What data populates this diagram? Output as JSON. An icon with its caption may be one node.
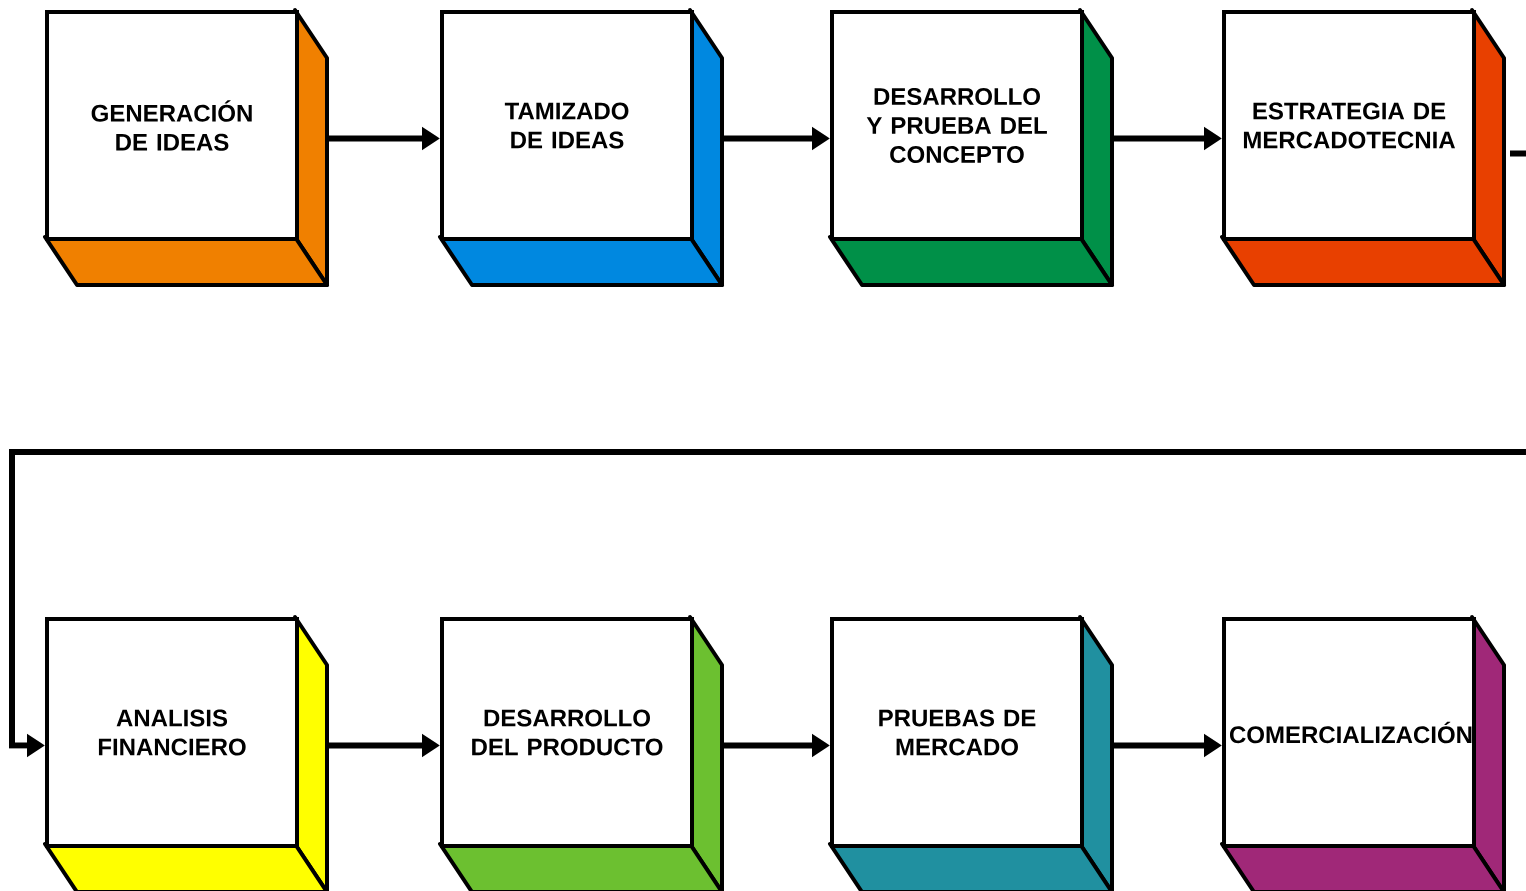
{
  "diagram": {
    "nodes": [
      {
        "text": [
          "GENERACIÓN DE IDEAS"
        ]
      },
      {
        "text": [
          "TAMIZADO DE IDEAS"
        ]
      },
      {
        "text": [
          "DESARROLLO Y PRUEBA DEL CONCEPTO"
        ]
      },
      {
        "text": [
          "ESTRATEGIA DE MERCADOTECNIA"
        ]
      },
      {
        "text": [
          "ANALISIS FINANCIERO"
        ]
      },
      {
        "text": [
          "DESARROLLO DEL PRODUCTO"
        ]
      },
      {
        "text": [
          "PRUEBAS DE MERCADO"
        ]
      },
      {
        "text": [
          "COMERCIALIZACIÓN"
        ]
      }
    ],
    "edges": [
      {
        "from": 0,
        "to": 1,
        "arrow": "to"
      },
      {
        "from": 1,
        "to": 2,
        "arrow": "to"
      },
      {
        "from": 2,
        "to": 3,
        "arrow": "to"
      },
      {
        "from": 3,
        "to": 4,
        "arrow": "to"
      },
      {
        "from": 4,
        "to": 5,
        "arrow": "to"
      },
      {
        "from": 5,
        "to": 6,
        "arrow": "to"
      },
      {
        "from": 6,
        "to": 7,
        "arrow": "to"
      }
    ]
  }
}
